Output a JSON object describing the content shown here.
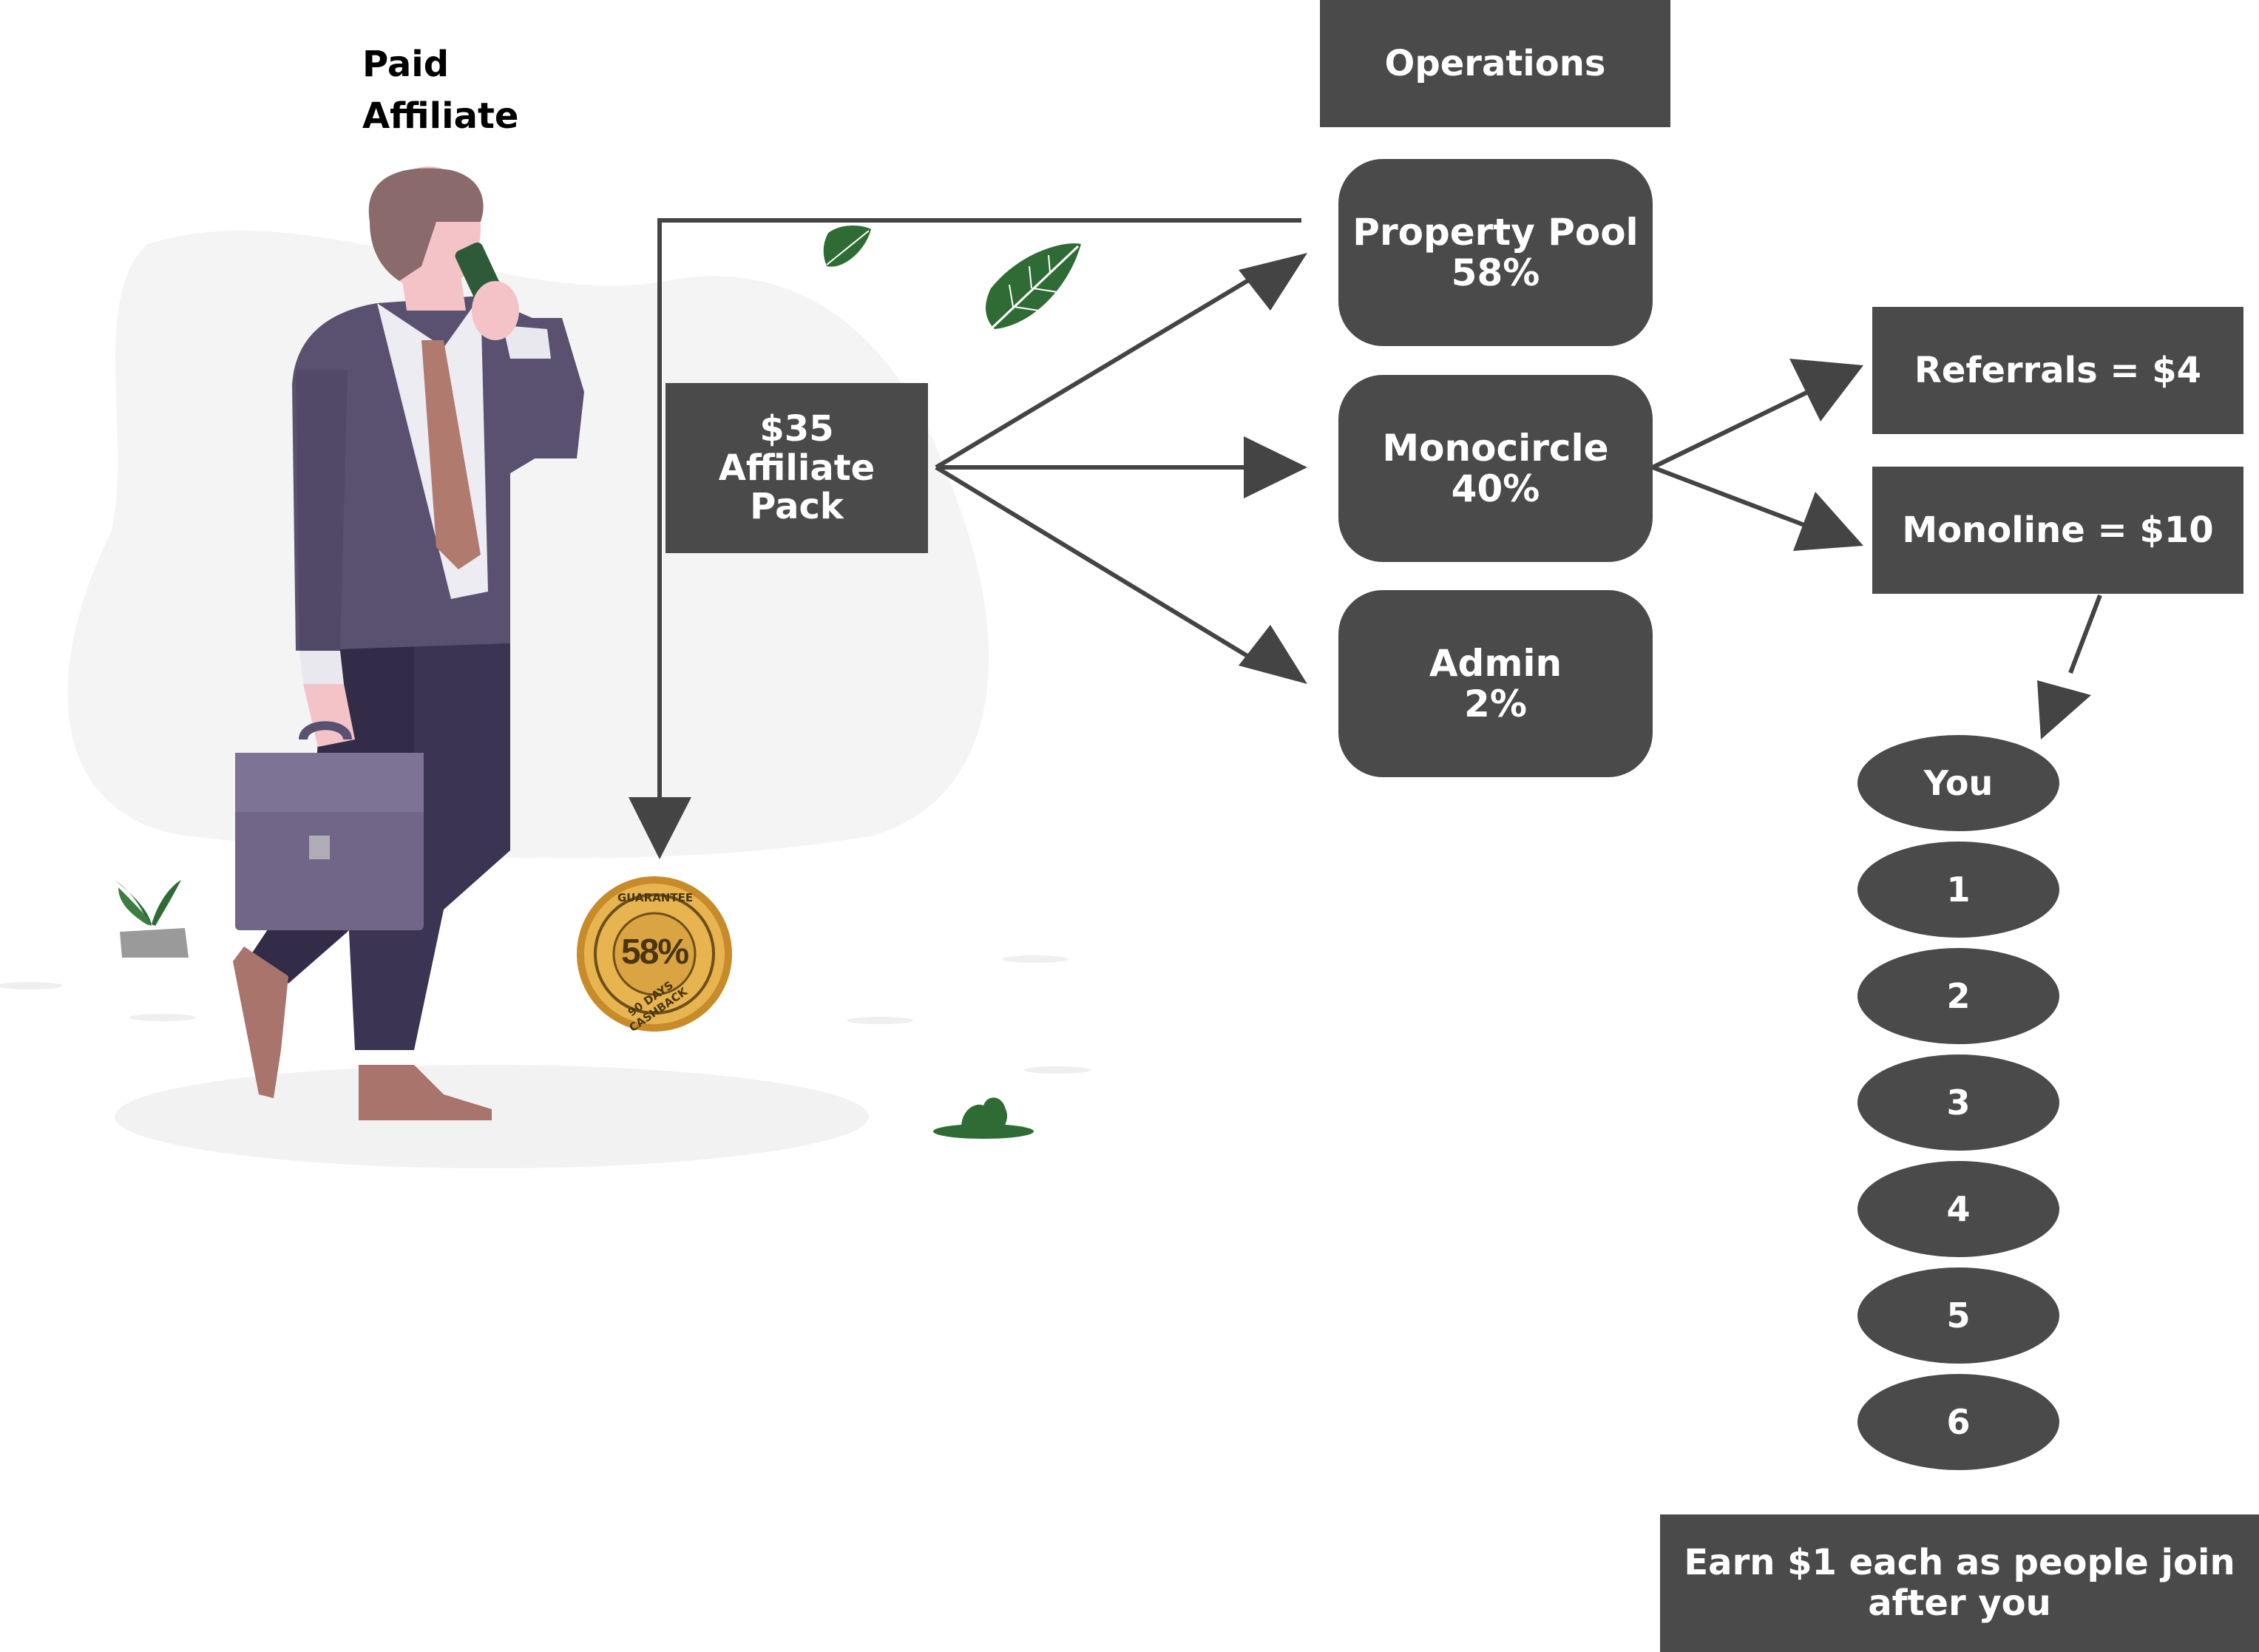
{
  "title": {
    "line1": "Paid",
    "line2": "Affiliate"
  },
  "pack": {
    "line1": "$35",
    "line2": "Affiliate",
    "line3": "Pack"
  },
  "operations": {
    "label": "Operations"
  },
  "allocations": [
    {
      "line1": "Property Pool",
      "line2": "58%"
    },
    {
      "line1": "Monocircle",
      "line2": "40%"
    },
    {
      "line1": "Admin",
      "line2": "2%"
    }
  ],
  "payouts": {
    "referrals": "Referrals = $4",
    "monoline": "Monoline = $10"
  },
  "chain": [
    "You",
    "1",
    "2",
    "3",
    "4",
    "5",
    "6"
  ],
  "footer": {
    "line1": "Earn $1 each as people join",
    "line2": "after you"
  },
  "badge": {
    "top": "GUARANTEE",
    "percent": "58%",
    "bottom": "90 DAYS CASHBACK"
  },
  "colors": {
    "box": "#4a4a4a",
    "arrow": "#444444",
    "badge_gold": "#d9a441",
    "leaf": "#2f6b35"
  }
}
